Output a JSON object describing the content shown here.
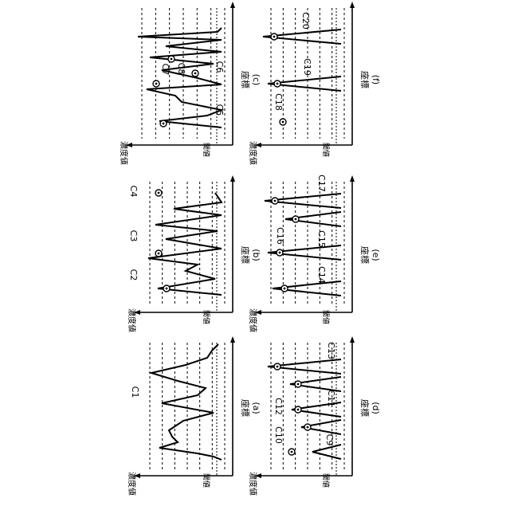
{
  "figure": {
    "panels": [
      {
        "id": "a",
        "caption": "(a)",
        "xlabel": "座標",
        "ylabel": "濃度値",
        "threshold": "閾値",
        "peaks": [
          {
            "label": "C1",
            "marked": true
          }
        ]
      },
      {
        "id": "b",
        "caption": "(b)",
        "xlabel": "座標",
        "ylabel": "濃度値",
        "threshold": "閾値",
        "peaks": [
          {
            "label": "C2",
            "marked": true
          },
          {
            "label": "C3",
            "marked": true
          },
          {
            "label": "C4",
            "marked": true
          }
        ]
      },
      {
        "id": "c",
        "caption": "(c)",
        "xlabel": "座標",
        "ylabel": "濃度値",
        "threshold": "閾値",
        "peaks": [
          {
            "label": "C5",
            "marked": true
          },
          {
            "label": "C6",
            "marked": true
          },
          {
            "label": "C7",
            "marked": true
          },
          {
            "label": "C8",
            "marked": true
          }
        ]
      },
      {
        "id": "d",
        "caption": "(d)",
        "xlabel": "座標",
        "ylabel": "濃度値",
        "threshold": "閾値",
        "peaks": [
          {
            "label": "C9",
            "marked": true
          },
          {
            "label": "C10",
            "marked": true
          },
          {
            "label": "C11",
            "marked": true
          },
          {
            "label": "C12",
            "marked": true
          },
          {
            "label": "C13",
            "marked": true
          }
        ]
      },
      {
        "id": "e",
        "caption": "(e)",
        "xlabel": "座標",
        "ylabel": "濃度値",
        "threshold": "閾値",
        "peaks": [
          {
            "label": "C14",
            "marked": true
          },
          {
            "label": "C15",
            "marked": true
          },
          {
            "label": "C16",
            "marked": true
          },
          {
            "label": "C17",
            "marked": true
          }
        ]
      },
      {
        "id": "f",
        "caption": "(f)",
        "xlabel": "座標",
        "ylabel": "濃度値",
        "threshold": "閾値",
        "peaks": [
          {
            "label": "C18",
            "marked": true
          },
          {
            "label": "C19",
            "marked": true
          },
          {
            "label": "C20",
            "marked": true
          }
        ]
      }
    ]
  }
}
